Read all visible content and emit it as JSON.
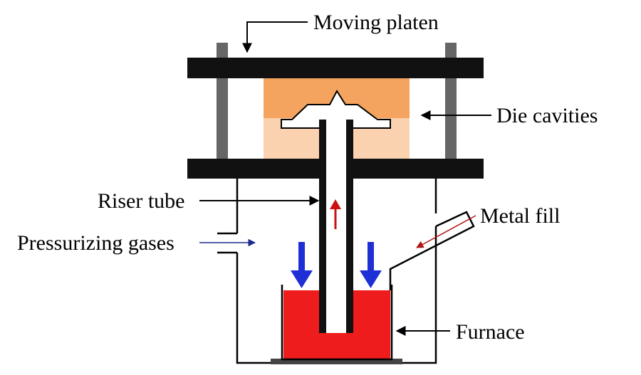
{
  "diagram": {
    "labels": {
      "moving_platen": "Moving platen",
      "die_cavities": "Die cavities",
      "riser_tube": "Riser tube",
      "metal_fill": "Metal fill",
      "pressurizing_gases": "Pressurizing gases",
      "furnace": "Furnace"
    },
    "colors": {
      "platen": "#111111",
      "guide_rod": "#666666",
      "die_upper": "#f5a460",
      "die_lower": "#fad2b0",
      "molten_metal": "#ee1c1c",
      "pressure_arrow": "#1e2fd6",
      "flow_arrow": "#cc1111",
      "gas_arrow": "#1b2a8f",
      "fill_arrow": "#b01515"
    }
  }
}
